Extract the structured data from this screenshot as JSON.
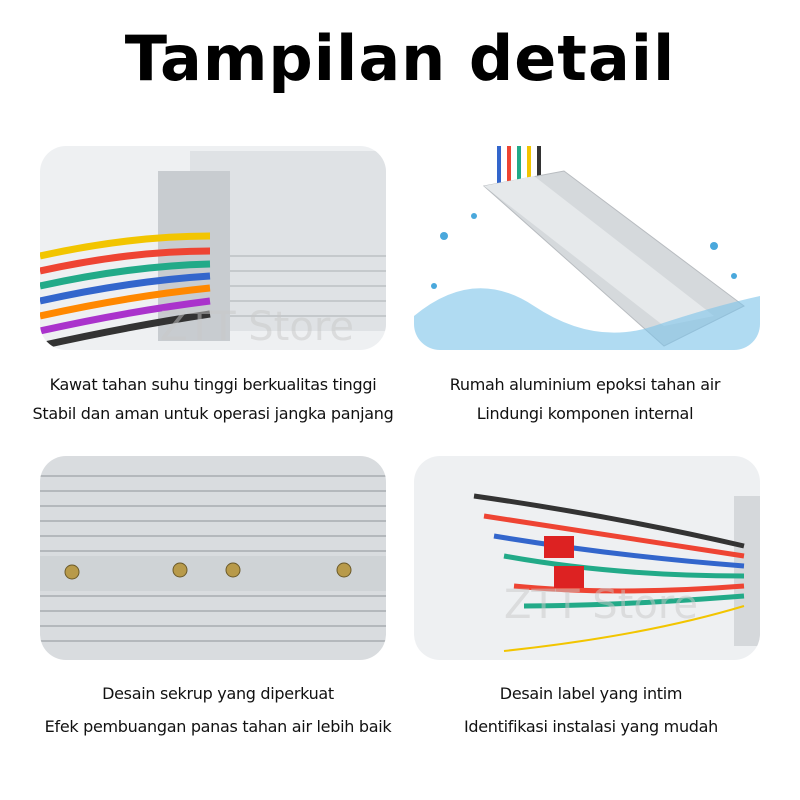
{
  "title": "Tampilan detail",
  "watermark": "ZTT Store",
  "panels": [
    {
      "line1": "Kawat tahan suhu tinggi berkualitas tinggi",
      "line2": "Stabil dan aman untuk operasi jangka panjang"
    },
    {
      "line1": "Rumah aluminium epoksi tahan air",
      "line2": "Lindungi komponen internal"
    },
    {
      "line1": "Desain sekrup yang diperkuat",
      "line2": "Efek pembuangan panas tahan air lebih baik"
    },
    {
      "line1": "Desain label yang intim",
      "line2": "Identifikasi instalasi yang mudah"
    }
  ]
}
